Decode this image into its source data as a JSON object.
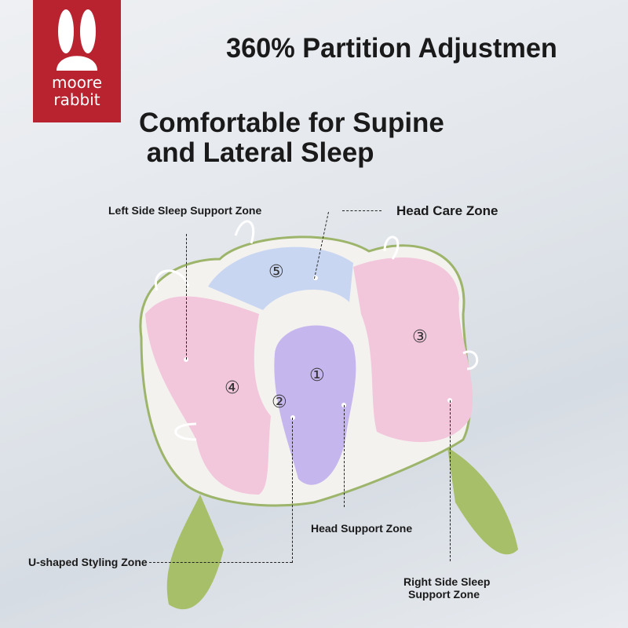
{
  "brand": {
    "line1": "moore",
    "line2": "rabbit"
  },
  "headline": "360% Partition Adjustmen",
  "subheadline": "Comfortable for Supine\n and Lateral Sleep",
  "zones": {
    "left_side": "Left Side Sleep Support Zone",
    "head_care": "Head Care Zone",
    "head_support": "Head Support Zone",
    "u_shaped": "U-shaped Styling Zone",
    "right_side_1": "Right Side Sleep",
    "right_side_2": "Support Zone"
  },
  "numbers": [
    "①",
    "②",
    "③",
    "④",
    "⑤"
  ],
  "colors": {
    "brand": "#b8232f",
    "pink": "#f2c6db",
    "blue": "#c9d6f2",
    "purple": "#c6b6ee",
    "green": "#a8bf6a"
  }
}
